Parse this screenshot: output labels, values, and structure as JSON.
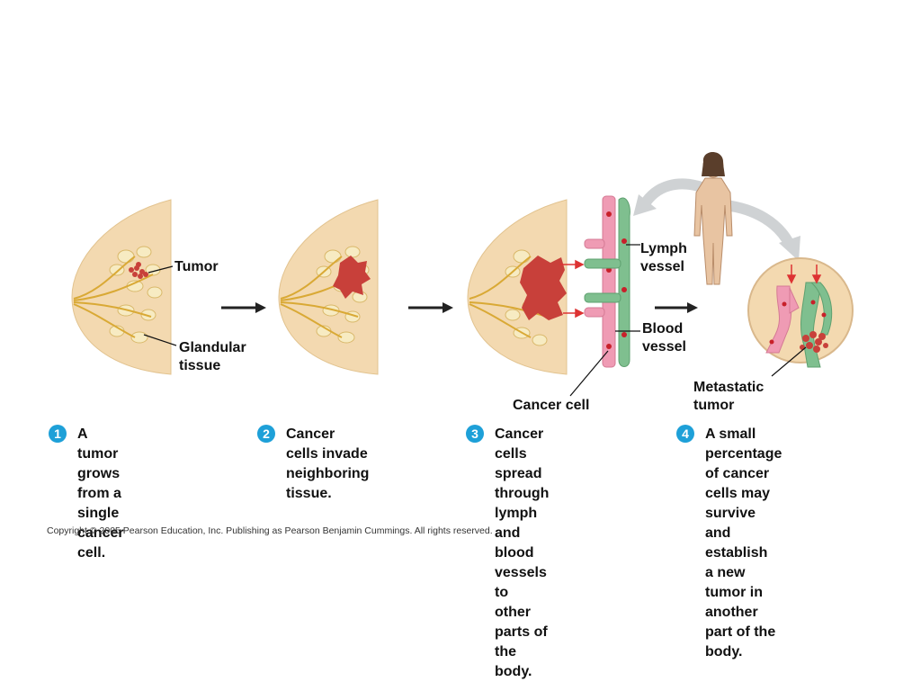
{
  "labels": {
    "tumor": "Tumor",
    "glandular": "Glandular\ntissue",
    "lymph": "Lymph\nvessel",
    "blood": "Blood\nvessel",
    "cancer_cell": "Cancer cell",
    "metastatic": "Metastatic\ntumor"
  },
  "steps": [
    {
      "number": "1",
      "text": "A tumor grows from a\nsingle cancer cell."
    },
    {
      "number": "2",
      "text": "Cancer cells invade\nneighboring tissue."
    },
    {
      "number": "3",
      "text": "Cancer cells spread\nthrough lymph and\nblood vessels to\nother parts of the\nbody."
    },
    {
      "number": "4",
      "text": "A small percentage\nof cancer cells may\nsurvive and establish\na new tumor in another\npart of the body."
    }
  ],
  "copyright": "Copyright ©  2005 Pearson Education, Inc. Publishing as Pearson Benjamin Cummings. All rights reserved.",
  "colors": {
    "breast": "#f3d9b0",
    "gland": "#f7ebc2",
    "duct": "#d9a935",
    "tumor": "#c8403a",
    "lymph": "#7fbf8f",
    "blood": "#ef9bb4",
    "badge": "#1ea0d8",
    "body_arrow": "#cfd2d4"
  },
  "icons": [
    "breast-illustration",
    "woman-figure-icon",
    "magnified-circle-icon",
    "arrow-right-icon"
  ]
}
